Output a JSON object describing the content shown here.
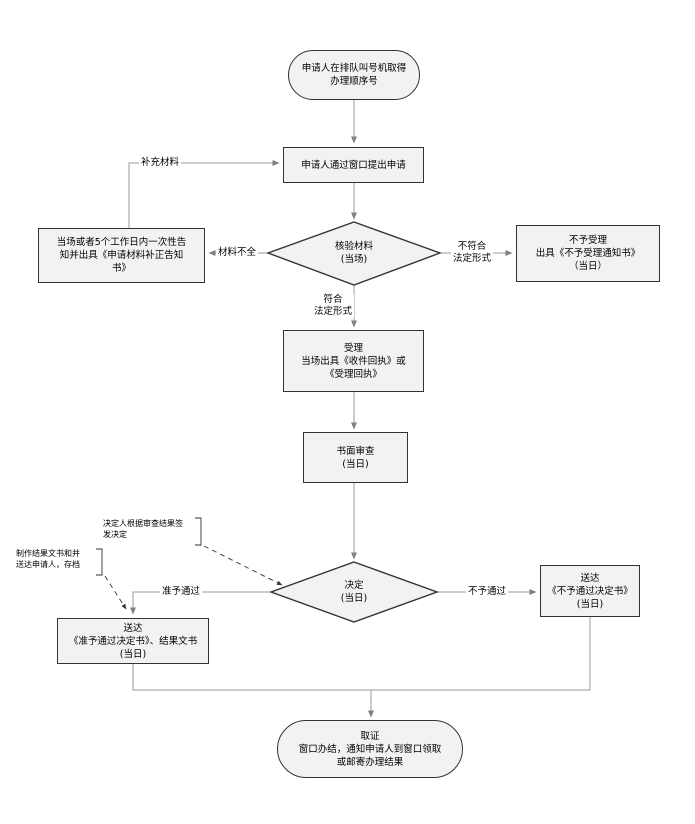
{
  "nodes": {
    "start": "申请人在排队叫号机取得\n办理顺序号",
    "apply": "申请人通过窗口提出申请",
    "verify": "核验材料\n(当场)",
    "supplement": "当场或者5个工作日内一次性告\n知并出具《申请材料补正告知\n书》",
    "not_accept": "不予受理\n出具《不予受理通知书》\n（当日）",
    "accept": "受理\n当场出具《收件回执》或\n《受理回执》",
    "review": "书面审查\n(当日)",
    "decide": "决定\n(当日)",
    "deliver_approve": "送达\n《准予通过决定书》、结果文书\n(当日)",
    "deliver_reject": "送达\n《不予通过决定书》\n(当日)",
    "finish": "取证\n窗口办结，通知申请人到窗口领取\n或邮寄办理结果"
  },
  "edge_labels": {
    "supplement_materials": "补充材料",
    "materials_incomplete": "材料不全",
    "not_legal_form": "不符合\n法定形式",
    "legal_form": "符合\n法定形式",
    "approved": "准予通过",
    "not_approved": "不予通过"
  },
  "annotations": {
    "decision_note": "决定人根据审查结果签\n发决定",
    "document_note": "制作结果文书和并\n送达申请人，存档"
  },
  "colors": {
    "node_fill": "#f2f2f2",
    "node_border": "#333333",
    "connector": "#999999",
    "arrowhead": "#808080",
    "dashed_line": "#333333",
    "text": "#000000",
    "background": "#ffffff"
  }
}
